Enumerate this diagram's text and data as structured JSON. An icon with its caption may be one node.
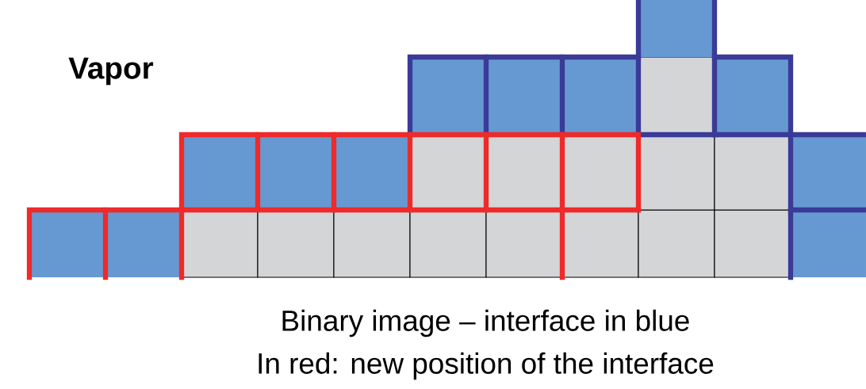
{
  "diagram": {
    "labels": [
      "Vapor",
      "Binary image – interface in blue",
      "In red: new position of the interface"
    ]
  }
}
